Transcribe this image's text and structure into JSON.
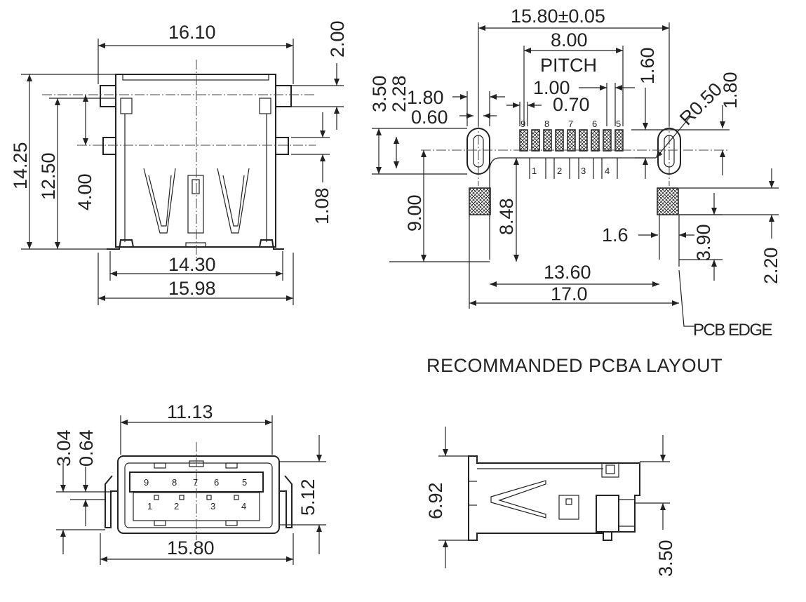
{
  "views": {
    "front": {
      "dims": [
        "16.10",
        "2.00",
        "14.25",
        "12.50",
        "4.00",
        "1.08",
        "14.30",
        "15.98"
      ]
    },
    "pcb_layout": {
      "dims": [
        "15.80±0.05",
        "8.00",
        "PITCH",
        "1.00",
        "0.70",
        "1.60",
        "1.80",
        "R0.50",
        "1.80",
        "0.60",
        "3.50",
        "2.28",
        "9.00",
        "8.48",
        "1.6",
        "3.90",
        "2.20",
        "13.60",
        "17.0"
      ],
      "pins_top": [
        "9",
        "8",
        "7",
        "6",
        "5"
      ],
      "pins_bottom": [
        "1",
        "2",
        "3",
        "4"
      ],
      "pcb_edge": "PCB EDGE",
      "caption": "RECOMMANDED PCBA LAYOUT"
    },
    "end": {
      "dims": [
        "11.13",
        "3.04",
        "0.64",
        "5.12",
        "15.80"
      ],
      "pins_top": [
        "9",
        "8",
        "7",
        "6",
        "5"
      ],
      "pins_bottom": [
        "1",
        "2",
        "3",
        "4"
      ]
    },
    "side": {
      "dims": [
        "6.92",
        "3.50"
      ]
    }
  }
}
